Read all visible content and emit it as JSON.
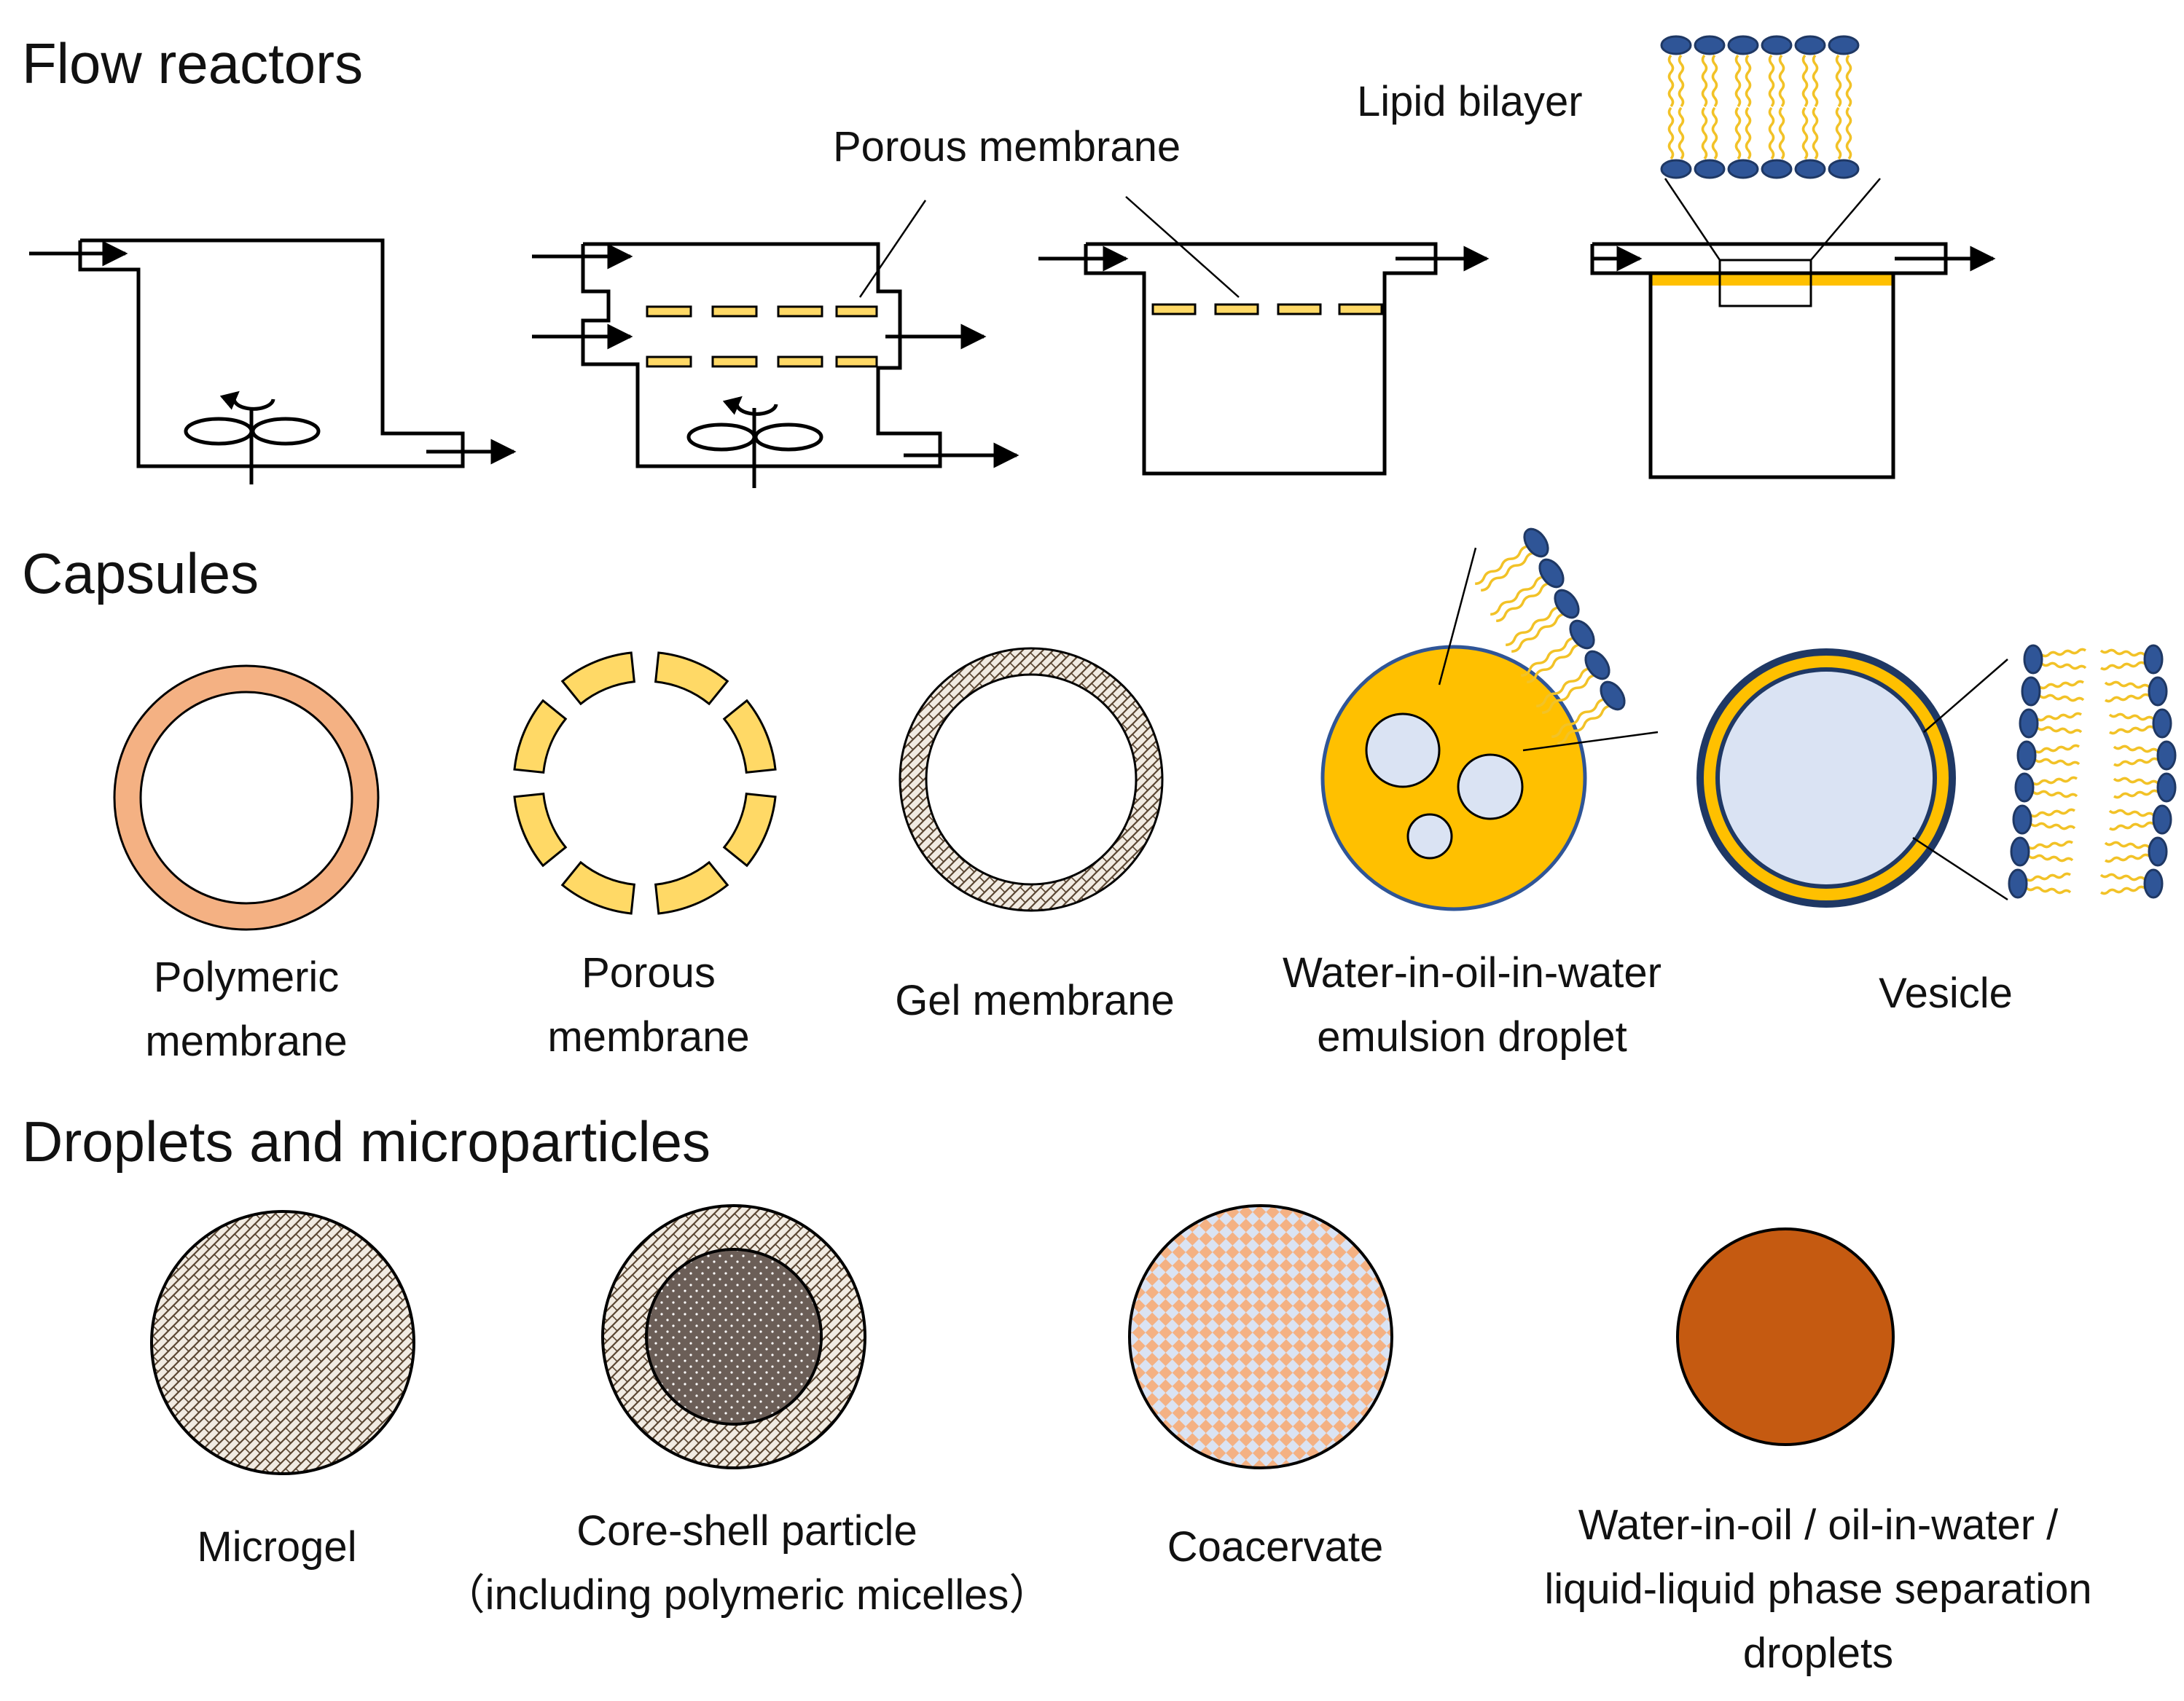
{
  "sections": {
    "flow": "Flow reactors",
    "capsules": "Capsules",
    "droplets": "Droplets and microparticles"
  },
  "callouts": {
    "porous_membrane": "Porous membrane",
    "lipid_bilayer": "Lipid bilayer"
  },
  "capsules": {
    "polymeric_l1": "Polymeric",
    "polymeric_l2": "membrane",
    "porous_l1": "Porous",
    "porous_l2": "membrane",
    "gel": "Gel membrane",
    "woww_l1": "Water-in-oil-in-water",
    "woww_l2": "emulsion droplet",
    "vesicle": "Vesicle"
  },
  "particles": {
    "microgel": "Microgel",
    "coreshell_l1": "Core-shell particle",
    "coreshell_l2": "（including polymeric micelles）",
    "coacervate": "Coacervate",
    "wo_l1": "Water-in-oil / oil-in-water /",
    "wo_l2": "liquid-liquid phase separation",
    "wo_l3": "droplets"
  },
  "colors": {
    "polymeric": "#f4b183",
    "porous": "#ffd966",
    "oil": "#ffc000",
    "inner_water": "#dae3f3",
    "lipid_head": "#2f5597",
    "lipid_tail": "#f2c227",
    "llps": "#c55a11",
    "gel_dark": "#5a4632",
    "core": "#6b5e57",
    "coacervate_a": "#f4b183",
    "coacervate_b": "#dae3f3"
  }
}
